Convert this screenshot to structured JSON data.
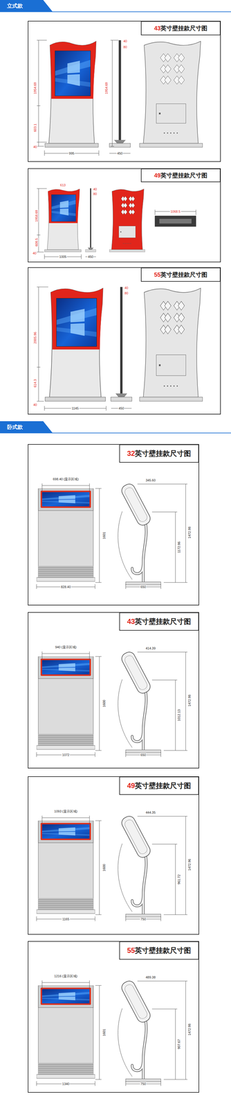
{
  "diagram": {
    "nodes": [
      {
        "text": [
          "立式款"
        ]
      },
      {
        "text": [
          "43英寸壁挂款尺寸图"
        ]
      },
      {
        "text": [
          "49英寸壁挂款尺寸图"
        ]
      },
      {
        "text": [
          "55英寸壁挂款尺寸图"
        ]
      },
      {
        "text": [
          "卧式款"
        ]
      },
      {
        "text": [
          "32英寸壁挂款尺寸图"
        ]
      },
      {
        "text": [
          "43英寸壁挂款尺寸图"
        ]
      },
      {
        "text": [
          "49英寸壁挂款尺寸图"
        ]
      },
      {
        "text": [
          "55英寸壁挂款尺寸图"
        ]
      }
    ],
    "labels": [
      "1954.69",
      "603.1",
      "40",
      "995",
      "40",
      "80",
      "1954.69",
      "450",
      "613",
      "1958.69",
      "608.5",
      "40",
      "1005",
      "40",
      "80",
      "450",
      "1068.5",
      "2005.86",
      "614.3",
      "40",
      "1145",
      "40",
      "80",
      "450",
      "698.40 (显示区域)",
      "1601",
      "828.40",
      "345.60",
      "1172.86",
      "1472.98",
      "650",
      "940 (显示区域)",
      "1600",
      "1072",
      "414.39",
      "1012.13",
      "1472.98",
      "650",
      "1093 (显示区域)",
      "1600",
      "1165",
      "444.35",
      "961.72",
      "1472.96",
      "750",
      "1216 (显示区域)",
      "1601",
      "1340",
      "489.38",
      "907.67",
      "1472.98",
      "750"
    ]
  }
}
